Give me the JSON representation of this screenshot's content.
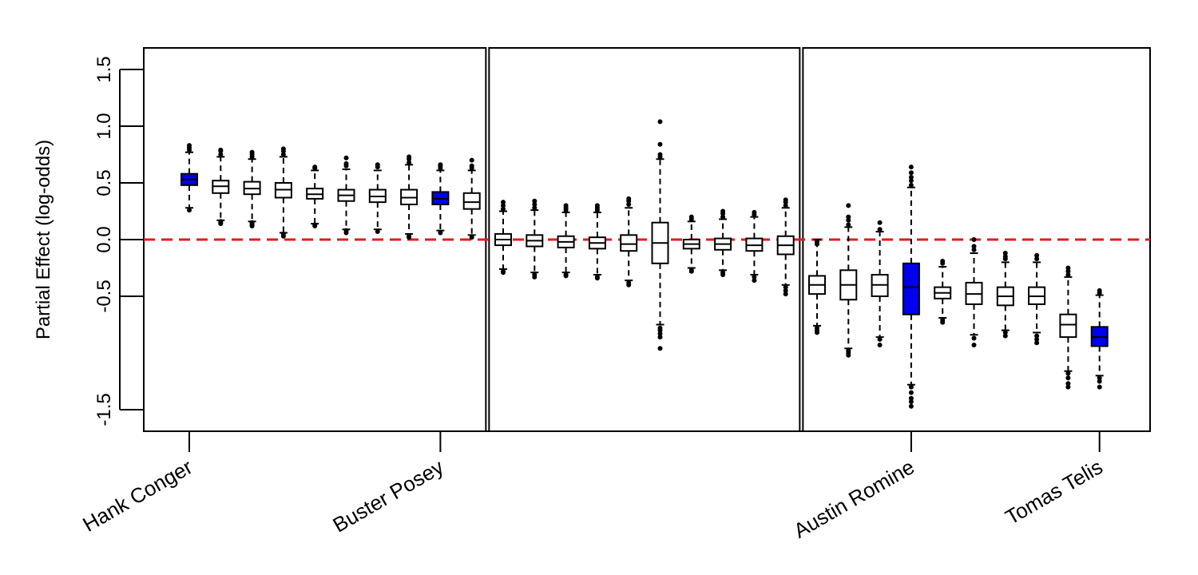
{
  "chart_data": {
    "type": "boxplot",
    "ylabel": "Partial Effect (log-odds)",
    "ylim": [
      -1.62,
      1.62
    ],
    "yticks": [
      {
        "value": 1.5,
        "label": "1.5"
      },
      {
        "value": 1.0,
        "label": "1.0"
      },
      {
        "value": 0.5,
        "label": "0.5"
      },
      {
        "value": 0.0,
        "label": "0.0"
      },
      {
        "value": -0.5,
        "label": "-0.5"
      },
      {
        "value": -1.5,
        "label": "-1.5"
      }
    ],
    "reference_line": {
      "y": 0.0,
      "color": "#e41a1c",
      "style": "dashed"
    },
    "panel_dividers_after": [
      10,
      20
    ],
    "colors": {
      "highlight": "#0000ee",
      "box": "#ffffff",
      "outline": "#000000"
    },
    "labeled_players": [
      {
        "index": 1,
        "label": "Hank Conger"
      },
      {
        "index": 9,
        "label": "Buster Posey"
      },
      {
        "index": 24,
        "label": "Austin Romine"
      },
      {
        "index": 30,
        "label": "Tomas Telis"
      }
    ],
    "boxes": [
      {
        "q1": 0.48,
        "med": 0.53,
        "q3": 0.58,
        "wlo": 0.28,
        "whi": 0.77,
        "out": [
          0.26,
          0.79,
          0.81,
          0.83
        ],
        "highlight": true
      },
      {
        "q1": 0.41,
        "med": 0.47,
        "q3": 0.52,
        "wlo": 0.17,
        "whi": 0.73,
        "out": [
          0.14,
          0.15,
          0.16,
          0.75,
          0.78,
          0.79
        ]
      },
      {
        "q1": 0.4,
        "med": 0.45,
        "q3": 0.51,
        "wlo": 0.16,
        "whi": 0.71,
        "out": [
          0.12,
          0.13,
          0.14,
          0.15,
          0.73,
          0.75,
          0.77
        ]
      },
      {
        "q1": 0.37,
        "med": 0.44,
        "q3": 0.5,
        "wlo": 0.06,
        "whi": 0.73,
        "out": [
          0.03,
          0.05,
          0.75,
          0.78,
          0.8
        ]
      },
      {
        "q1": 0.36,
        "med": 0.4,
        "q3": 0.45,
        "wlo": 0.14,
        "whi": 0.61,
        "out": [
          0.12,
          0.13,
          0.63,
          0.64
        ]
      },
      {
        "q1": 0.34,
        "med": 0.39,
        "q3": 0.44,
        "wlo": 0.09,
        "whi": 0.62,
        "out": [
          0.06,
          0.08,
          0.65,
          0.67,
          0.72
        ]
      },
      {
        "q1": 0.33,
        "med": 0.38,
        "q3": 0.44,
        "wlo": 0.09,
        "whi": 0.61,
        "out": [
          0.07,
          0.64,
          0.66
        ]
      },
      {
        "q1": 0.31,
        "med": 0.37,
        "q3": 0.44,
        "wlo": 0.05,
        "whi": 0.66,
        "out": [
          0.02,
          0.03,
          0.68,
          0.71,
          0.73
        ]
      },
      {
        "q1": 0.31,
        "med": 0.36,
        "q3": 0.42,
        "wlo": 0.08,
        "whi": 0.61,
        "out": [
          0.06,
          0.63,
          0.65,
          0.66
        ],
        "highlight": true
      },
      {
        "q1": 0.27,
        "med": 0.33,
        "q3": 0.41,
        "wlo": 0.04,
        "whi": 0.61,
        "out": [
          0.02,
          0.63,
          0.65,
          0.7
        ]
      },
      {
        "q1": -0.05,
        "med": 0.0,
        "q3": 0.05,
        "wlo": -0.26,
        "whi": 0.25,
        "out": [
          -0.28,
          -0.29,
          0.27,
          0.3,
          0.33
        ]
      },
      {
        "q1": -0.06,
        "med": -0.01,
        "q3": 0.04,
        "wlo": -0.29,
        "whi": 0.26,
        "out": [
          -0.31,
          -0.33,
          0.28,
          0.31,
          0.34
        ]
      },
      {
        "q1": -0.07,
        "med": -0.02,
        "q3": 0.03,
        "wlo": -0.29,
        "whi": 0.24,
        "out": [
          -0.31,
          -0.32,
          0.26,
          0.28,
          0.3
        ]
      },
      {
        "q1": -0.08,
        "med": -0.03,
        "q3": 0.02,
        "wlo": -0.31,
        "whi": 0.24,
        "out": [
          -0.33,
          -0.34,
          0.26,
          0.28,
          0.3
        ]
      },
      {
        "q1": -0.1,
        "med": -0.04,
        "q3": 0.04,
        "wlo": -0.36,
        "whi": 0.28,
        "out": [
          -0.38,
          -0.4,
          0.31,
          0.34,
          0.36
        ]
      },
      {
        "q1": -0.21,
        "med": -0.03,
        "q3": 0.15,
        "wlo": -0.75,
        "whi": 0.71,
        "out": [
          -0.78,
          -0.8,
          -0.83,
          -0.86,
          -0.96,
          0.73,
          0.75,
          0.84,
          1.04
        ]
      },
      {
        "q1": -0.08,
        "med": -0.04,
        "q3": 0.0,
        "wlo": -0.25,
        "whi": 0.16,
        "out": [
          -0.27,
          -0.28,
          0.18,
          0.2
        ]
      },
      {
        "q1": -0.09,
        "med": -0.04,
        "q3": 0.01,
        "wlo": -0.27,
        "whi": 0.18,
        "out": [
          -0.29,
          -0.31,
          0.2,
          0.23,
          0.25
        ]
      },
      {
        "q1": -0.1,
        "med": -0.05,
        "q3": 0.01,
        "wlo": -0.31,
        "whi": 0.2,
        "out": [
          -0.33,
          -0.36,
          0.22,
          0.24
        ]
      },
      {
        "q1": -0.13,
        "med": -0.05,
        "q3": 0.03,
        "wlo": -0.4,
        "whi": 0.28,
        "out": [
          -0.42,
          -0.45,
          -0.48,
          0.3,
          0.33,
          0.35
        ]
      },
      {
        "q1": -0.48,
        "med": -0.4,
        "q3": -0.32,
        "wlo": -0.76,
        "whi": 0.0,
        "out": [
          -0.78,
          -0.8,
          -0.82,
          -0.02,
          -0.04
        ]
      },
      {
        "q1": -0.53,
        "med": -0.4,
        "q3": -0.27,
        "wlo": -0.96,
        "whi": 0.11,
        "out": [
          -0.98,
          -1.0,
          -1.02,
          0.13,
          0.17,
          0.2,
          0.3
        ]
      },
      {
        "q1": -0.5,
        "med": -0.4,
        "q3": -0.31,
        "wlo": -0.86,
        "whi": 0.07,
        "out": [
          -0.88,
          -0.93,
          0.09,
          0.15
        ]
      },
      {
        "q1": -0.66,
        "med": -0.42,
        "q3": -0.21,
        "wlo": -1.28,
        "whi": 0.46,
        "out": [
          -1.3,
          -1.35,
          -1.4,
          -1.43,
          -1.47,
          0.48,
          0.52,
          0.55,
          0.59,
          0.64
        ],
        "highlight": true
      },
      {
        "q1": -0.52,
        "med": -0.47,
        "q3": -0.42,
        "wlo": -0.69,
        "whi": -0.24,
        "out": [
          -0.71,
          -0.73,
          -0.21,
          -0.19
        ]
      },
      {
        "q1": -0.57,
        "med": -0.48,
        "q3": -0.38,
        "wlo": -0.84,
        "whi": -0.12,
        "out": [
          -0.87,
          -0.93,
          -0.09,
          -0.06,
          0.0
        ]
      },
      {
        "q1": -0.58,
        "med": -0.5,
        "q3": -0.42,
        "wlo": -0.8,
        "whi": -0.2,
        "out": [
          -0.82,
          -0.85,
          -0.17,
          -0.15,
          -0.12
        ]
      },
      {
        "q1": -0.57,
        "med": -0.5,
        "q3": -0.42,
        "wlo": -0.82,
        "whi": -0.2,
        "out": [
          -0.85,
          -0.88,
          -0.91,
          -0.17,
          -0.14
        ]
      },
      {
        "q1": -0.86,
        "med": -0.75,
        "q3": -0.66,
        "wlo": -1.16,
        "whi": -0.33,
        "out": [
          -1.18,
          -1.22,
          -1.27,
          -1.3,
          -0.31,
          -0.28,
          -0.25
        ]
      },
      {
        "q1": -0.94,
        "med": -0.86,
        "q3": -0.77,
        "wlo": -1.2,
        "whi": -0.49,
        "out": [
          -1.22,
          -1.25,
          -1.3,
          -0.47,
          -0.45
        ],
        "highlight": true
      }
    ]
  }
}
